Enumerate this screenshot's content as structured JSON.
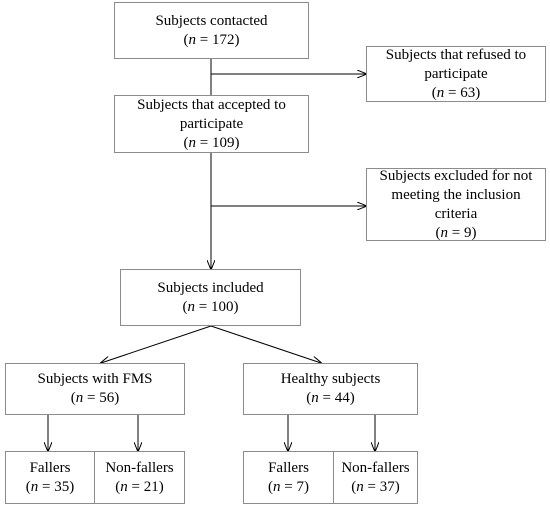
{
  "flowchart": {
    "contacted": {
      "lines": [
        "Subjects contacted"
      ],
      "n_label": "n",
      "n_value": " = 172)"
    },
    "refused": {
      "lines": [
        "Subjects that refused to",
        "participate"
      ],
      "n_label": "n",
      "n_value": " = 63)"
    },
    "accepted": {
      "lines": [
        "Subjects that accepted to",
        "participate"
      ],
      "n_label": "n",
      "n_value": " = 109)"
    },
    "excluded": {
      "lines": [
        "Subjects excluded for not",
        "meeting the inclusion",
        "criteria"
      ],
      "n_label": "n",
      "n_value": " = 9)"
    },
    "included": {
      "lines": [
        "Subjects included"
      ],
      "n_label": "n",
      "n_value": " = 100)"
    },
    "fms": {
      "lines": [
        "Subjects with FMS"
      ],
      "n_label": "n",
      "n_value": " = 56)"
    },
    "healthy": {
      "lines": [
        "Healthy subjects"
      ],
      "n_label": "n",
      "n_value": " = 44)"
    },
    "fms_fallers": {
      "lines": [
        "Fallers"
      ],
      "n_label": "n",
      "n_value": " = 35)"
    },
    "fms_nonfallers": {
      "lines": [
        "Non-fallers"
      ],
      "n_label": "n",
      "n_value": " = 21)"
    },
    "healthy_fallers": {
      "lines": [
        "Fallers"
      ],
      "n_label": "n",
      "n_value": " = 7)"
    },
    "healthy_nonfallers": {
      "lines": [
        "Non-fallers"
      ],
      "n_label": "n",
      "n_value": " = 37)"
    }
  },
  "style": {
    "border_color": "#8c8c8c",
    "line_color": "#000000",
    "background": "#ffffff"
  }
}
